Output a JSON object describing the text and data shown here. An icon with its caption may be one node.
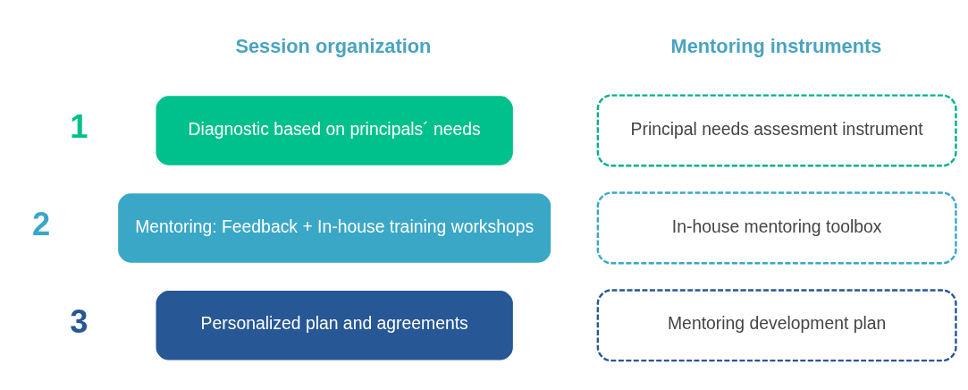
{
  "diagram": {
    "nodes": [
      {
        "text": [
          "Diagnostic based on principals´ needs"
        ],
        "beside": [
          "1"
        ]
      },
      {
        "text": [
          "Principal needs assesment instrument"
        ]
      },
      {
        "text": [
          "Mentoring: Feedback + In-house training workshops"
        ],
        "beside": [
          "2"
        ]
      },
      {
        "text": [
          "In-house mentoring toolbox"
        ]
      },
      {
        "text": [
          "Personalized plan and agreements"
        ],
        "beside": [
          "3"
        ]
      },
      {
        "text": [
          "Mentoring development plan"
        ]
      }
    ],
    "labels": [
      "Session organization",
      "Mentoring instruments"
    ]
  }
}
